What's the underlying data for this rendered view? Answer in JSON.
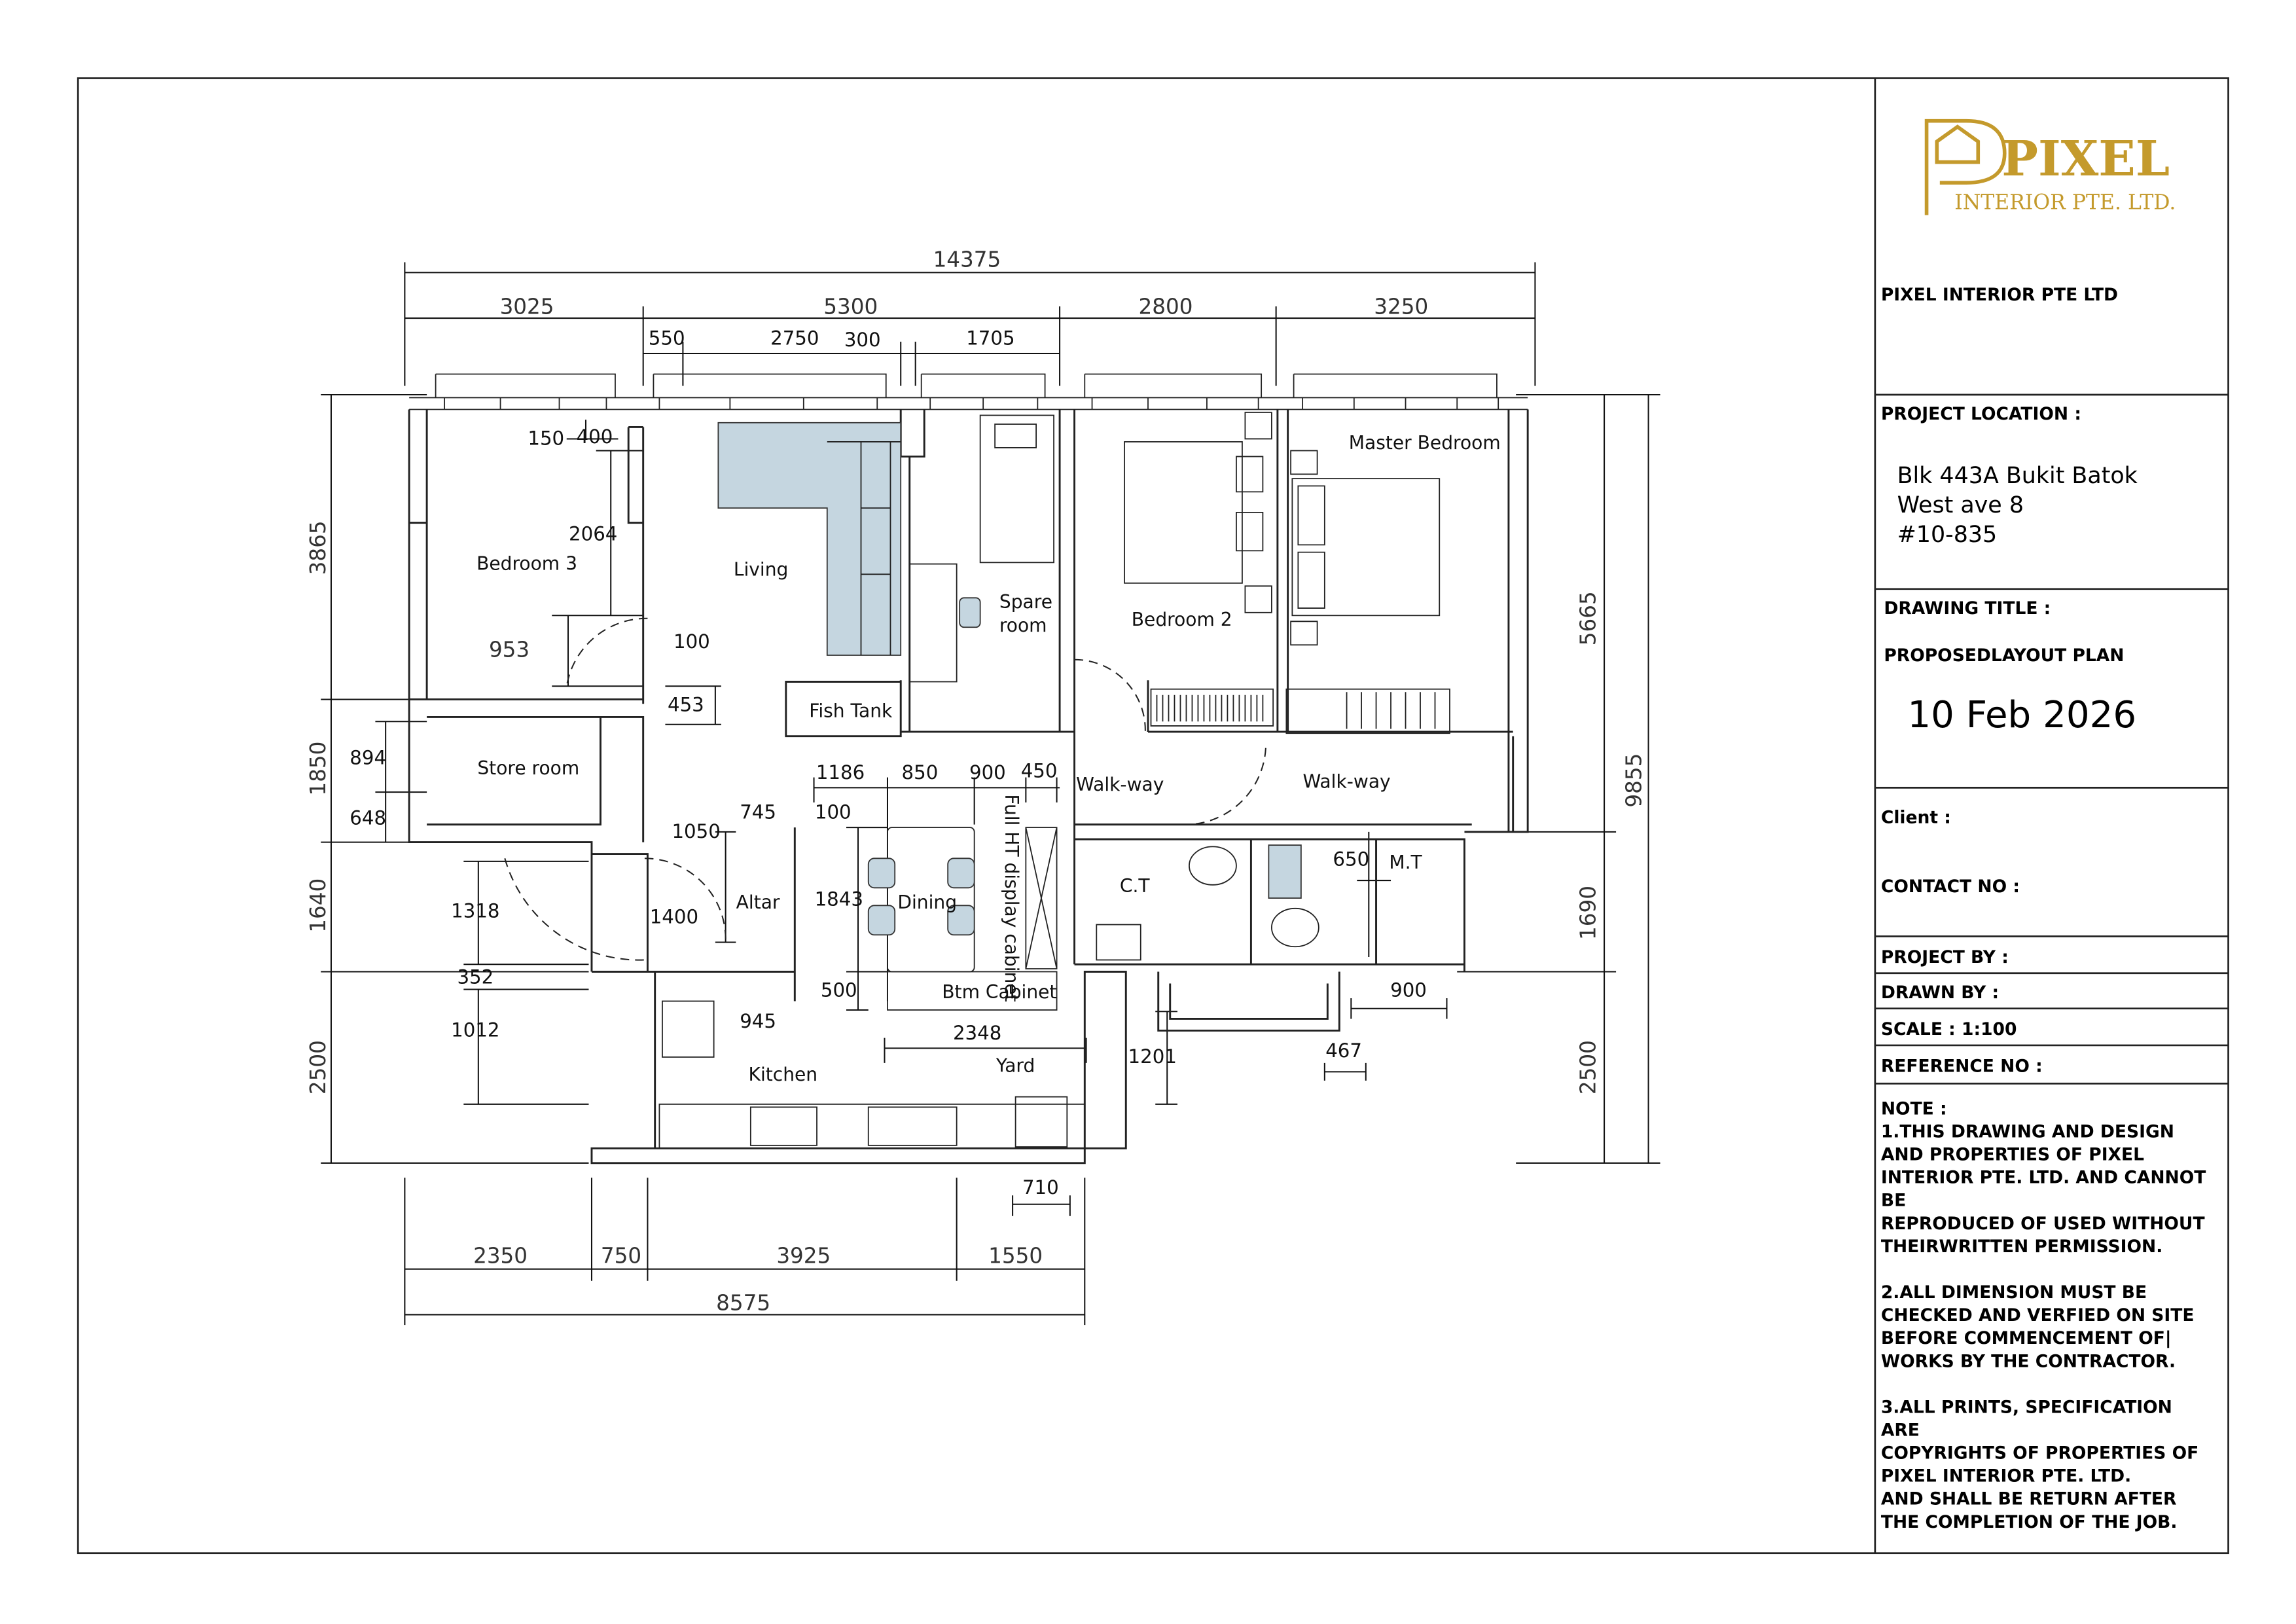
{
  "logo": {
    "brand": "PIXEL",
    "sub": "INTERIOR PTE. LTD.",
    "color": "#C49A2C"
  },
  "title_block": {
    "company_name": "PIXEL INTERIOR PTE LTD",
    "project_location_label": "PROJECT LOCATION :",
    "location_lines": [
      "Blk 443A Bukit Batok",
      "West ave 8",
      "#10-835"
    ],
    "drawing_title_label": "DRAWING TITLE :",
    "drawing_title": "PROPOSEDLAYOUT PLAN",
    "date": "10 Feb 2026",
    "client_label": "Client :",
    "contact_label": "CONTACT NO :",
    "project_by": "PROJECT BY :",
    "drawn_by": "DRAWN BY :",
    "scale": "SCALE : 1:100",
    "reference_no": "REFERENCE NO :",
    "note_label": "NOTE :",
    "notes": [
      "1.THIS DRAWING AND DESIGN",
      "AND PROPERTIES OF PIXEL",
      "INTERIOR PTE. LTD. AND CANNOT",
      "BE",
      "REPRODUCED OF USED WITHOUT",
      "THEIRWRITTEN PERMISSION.",
      "",
      "2.ALL DIMENSION MUST BE",
      "CHECKED AND VERFIED ON SITE",
      "BEFORE COMMENCEMENT OF|",
      "WORKS BY THE CONTRACTOR.",
      "",
      "3.ALL PRINTS, SPECIFICATION",
      "ARE",
      "COPYRIGHTS OF PROPERTIES OF",
      "PIXEL INTERIOR PTE. LTD.",
      "AND SHALL BE RETURN AFTER",
      "THE COMPLETION OF THE JOB."
    ]
  },
  "plan": {
    "rooms": {
      "bedroom3": "Bedroom 3",
      "living": "Living",
      "spare1": "Spare",
      "spare2": "room",
      "bedroom2": "Bedroom 2",
      "master": "Master Bedroom",
      "fish_tank": "Fish Tank",
      "store": "Store room",
      "walkway1": "Walk-way",
      "walkway2": "Walk-way",
      "altar": "Altar",
      "dining": "Dining",
      "display": "Full HT display cabinet",
      "ct": "C.T",
      "mt": "M.T",
      "btm_cabinet": "Btm Cabinet",
      "kitchen": "Kitchen",
      "yard": "Yard"
    },
    "dims_overall": {
      "top_total": "14375",
      "bottom_total": "8575",
      "left_total": "9855"
    },
    "dims_top": [
      "3025",
      "5300",
      "2800",
      "3250"
    ],
    "dims_top_sub": [
      "550",
      "2750",
      "300",
      "1705"
    ],
    "dims_left": [
      "3865",
      "1850",
      "1640",
      "2500"
    ],
    "dims_right": [
      "5665",
      "1690",
      "2500"
    ],
    "dims_bottom": [
      "2350",
      "750",
      "3925",
      "1550"
    ],
    "dims_inner": {
      "d150": "150",
      "d400": "400",
      "d2064": "2064",
      "d953": "953",
      "d100a": "100",
      "d453": "453",
      "d894": "894",
      "d648": "648",
      "d1050": "1050",
      "d745": "745",
      "d100b": "100",
      "d1186": "1186",
      "d850": "850",
      "d900a": "900",
      "d450": "450",
      "d1843": "1843",
      "d1318": "1318",
      "d1400": "1400",
      "d352": "352",
      "d500": "500",
      "d1012": "1012",
      "d945": "945",
      "d2348": "2348",
      "d1201": "1201",
      "d467": "467",
      "d650": "650",
      "d900b": "900",
      "d710": "710"
    }
  }
}
